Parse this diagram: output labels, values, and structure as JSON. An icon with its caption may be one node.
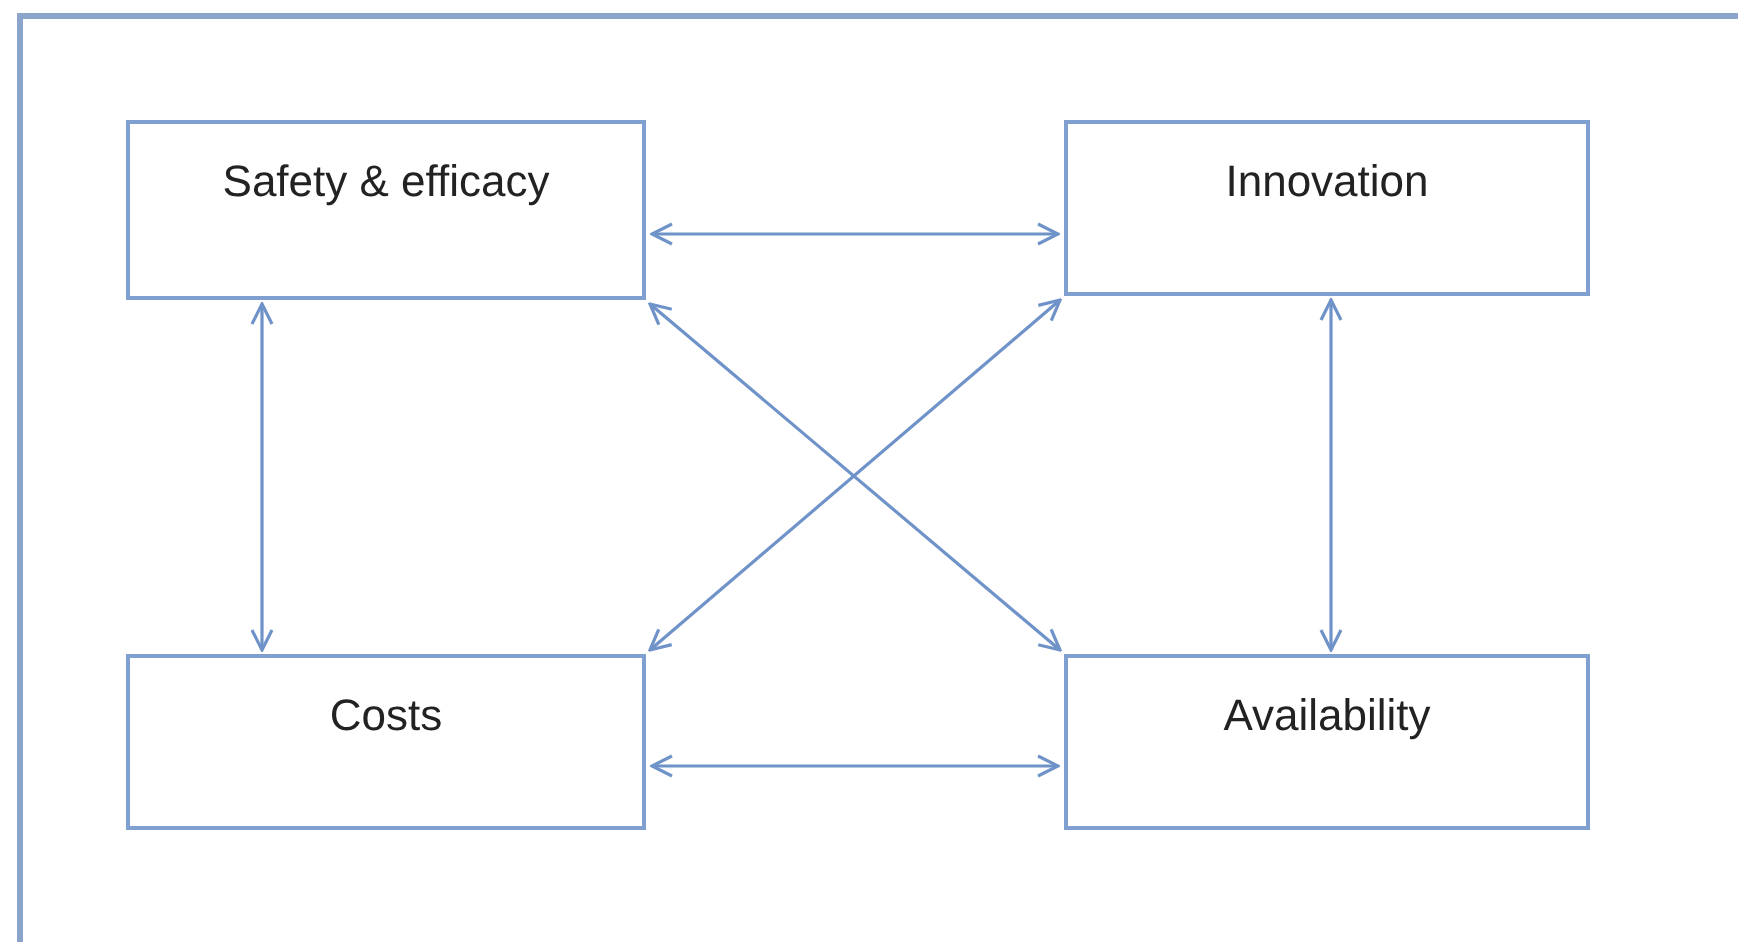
{
  "diagram": {
    "nodes": [
      {
        "text": [
          "Safety & efficacy"
        ]
      },
      {
        "text": [
          "Innovation"
        ]
      },
      {
        "text": [
          "Costs"
        ]
      },
      {
        "text": [
          "Availability"
        ]
      }
    ],
    "edges": [
      {
        "from": 0,
        "to": 1,
        "arrow": "both"
      },
      {
        "from": 0,
        "to": 2,
        "arrow": "both"
      },
      {
        "from": 1,
        "to": 3,
        "arrow": "both"
      },
      {
        "from": 0,
        "to": 3,
        "arrow": "both"
      },
      {
        "from": 1,
        "to": 2,
        "arrow": "both"
      },
      {
        "from": 2,
        "to": 3,
        "arrow": "both"
      }
    ]
  }
}
